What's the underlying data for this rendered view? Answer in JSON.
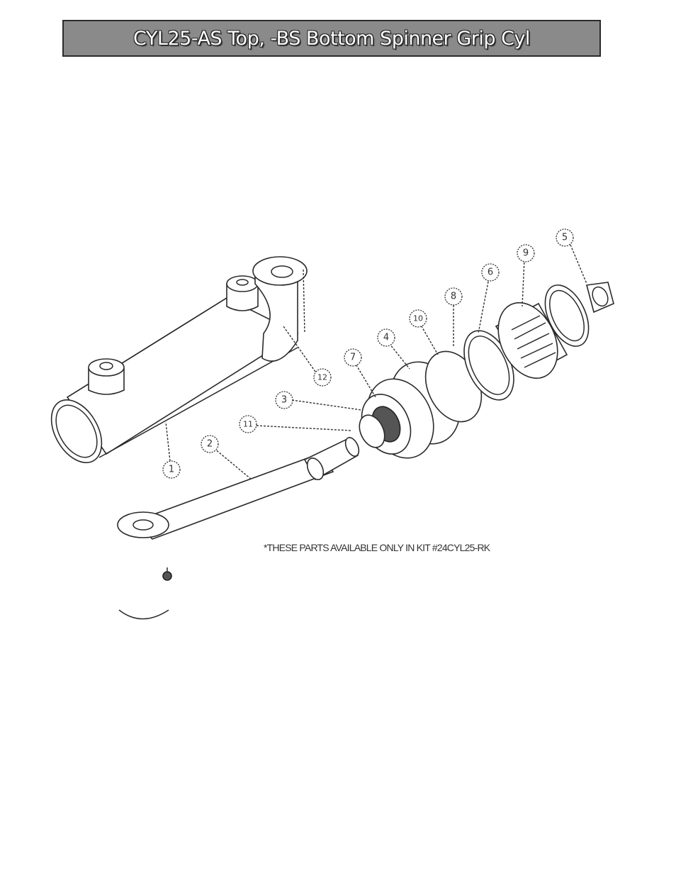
{
  "title": "CYL25-AS Top, -BS Bottom Spinner Grip Cyl",
  "note": "*THESE PARTS AVAILABLE ONLY IN KIT #24CYL25-RK",
  "callouts": [
    "1",
    "2",
    "3",
    "4",
    "5",
    "6",
    "7",
    "8",
    "9",
    "10",
    "11",
    "12"
  ]
}
